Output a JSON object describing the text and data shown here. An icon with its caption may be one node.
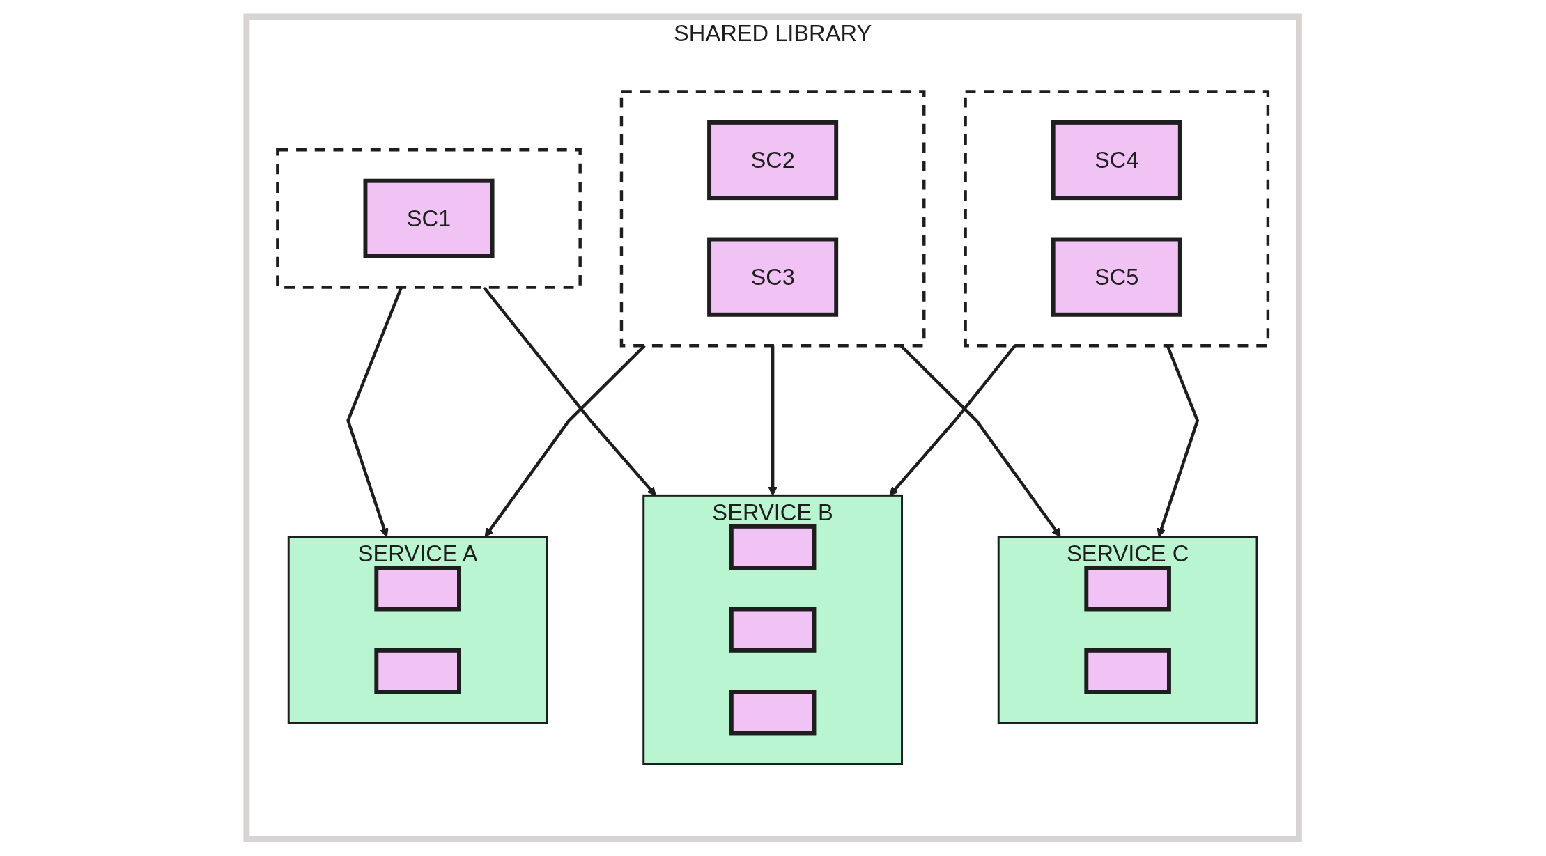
{
  "diagram": {
    "nodes": [
      {
        "text": [
          "SHARED LIBRARY"
        ]
      },
      {
        "text": [
          "SERVICE A"
        ],
        "in": 0
      },
      {
        "text": [],
        "shape": "box",
        "in": 1
      },
      {
        "text": [],
        "shape": "box",
        "in": 1
      },
      {
        "text": [
          "SERVICE B"
        ],
        "in": 0
      },
      {
        "text": [],
        "shape": "box",
        "in": 4
      },
      {
        "text": [],
        "shape": "box",
        "in": 4
      },
      {
        "text": [],
        "shape": "box",
        "in": 4
      },
      {
        "text": [
          "SERVICE C"
        ],
        "in": 0
      },
      {
        "text": [],
        "shape": "box",
        "in": 8
      },
      {
        "text": [],
        "shape": "box",
        "in": 8
      },
      {
        "text": [],
        "shape": "box",
        "in": 0
      },
      {
        "text": [
          "SC1"
        ],
        "in": 11
      },
      {
        "text": [],
        "shape": "box",
        "in": 0
      },
      {
        "text": [
          "SC2"
        ],
        "in": 13
      },
      {
        "text": [
          "SC3"
        ],
        "in": 13
      },
      {
        "text": [],
        "shape": "box",
        "in": 0
      },
      {
        "text": [
          "SC4"
        ],
        "in": 16
      },
      {
        "text": [
          "SC5"
        ],
        "in": 16
      }
    ],
    "edges": [
      {
        "from": 11,
        "to": 1,
        "arrow": "to"
      },
      {
        "from": 11,
        "to": 4,
        "arrow": "to"
      },
      {
        "from": 13,
        "to": 1,
        "arrow": "to"
      },
      {
        "from": 13,
        "to": 4,
        "arrow": "to"
      },
      {
        "from": 13,
        "to": 8,
        "arrow": "to"
      },
      {
        "from": 16,
        "to": 4,
        "arrow": "to"
      },
      {
        "from": 16,
        "to": 8,
        "arrow": "to"
      }
    ]
  }
}
